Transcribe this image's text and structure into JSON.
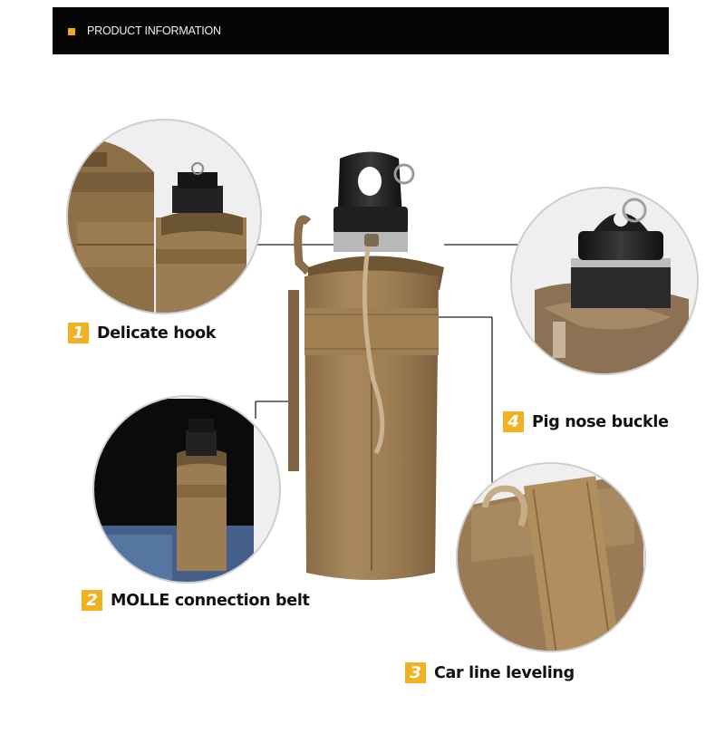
{
  "header": {
    "title": "PRODUCT INFORMATION",
    "accent_color": "#f2a812",
    "background": "#050505"
  },
  "features": [
    {
      "number": "1",
      "label": "Delicate hook"
    },
    {
      "number": "2",
      "label": "MOLLE connection belt"
    },
    {
      "number": "3",
      "label": "Car line leveling"
    },
    {
      "number": "4",
      "label": "Pig nose buckle"
    }
  ],
  "product": {
    "fabric_color": "#9a7a52",
    "cap_color": "#1c1c1c"
  }
}
